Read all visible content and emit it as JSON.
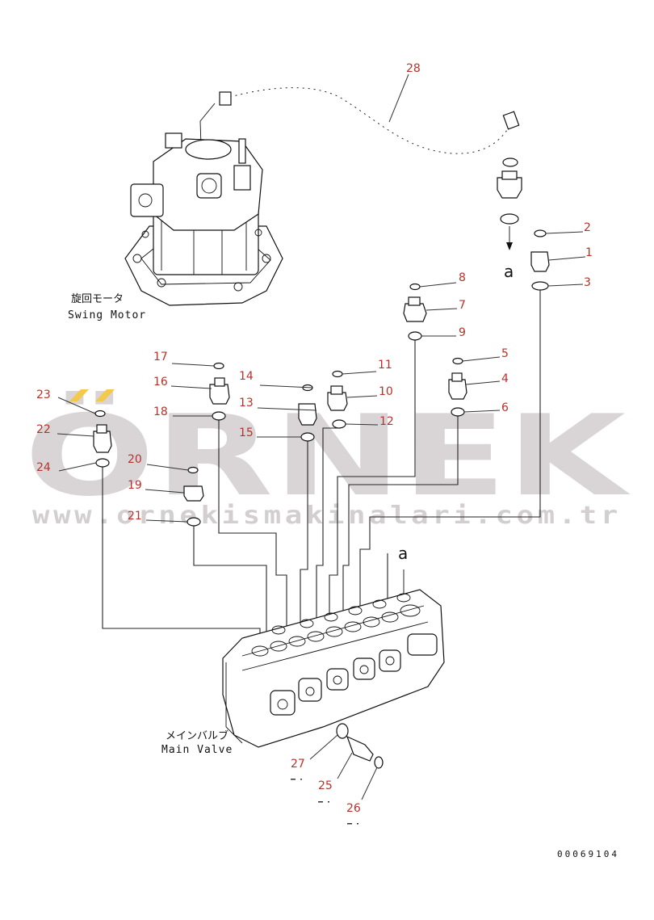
{
  "callouts": [
    "1",
    "2",
    "3",
    "4",
    "5",
    "6",
    "7",
    "8",
    "9",
    "10",
    "11",
    "12",
    "13",
    "14",
    "15",
    "16",
    "17",
    "18",
    "19",
    "20",
    "21",
    "22",
    "23",
    "24",
    "25",
    "26",
    "27",
    "28"
  ],
  "swing_motor": {
    "jp": "旋回モータ",
    "en": "Swing Motor"
  },
  "main_valve": {
    "jp": "メインバルブ",
    "en": "Main Valve"
  },
  "view_marker": "a",
  "watermark": {
    "brand": "ÖRNEK",
    "url": "www.ornekismakinalari.com.tr"
  },
  "doc_id": "00069104"
}
